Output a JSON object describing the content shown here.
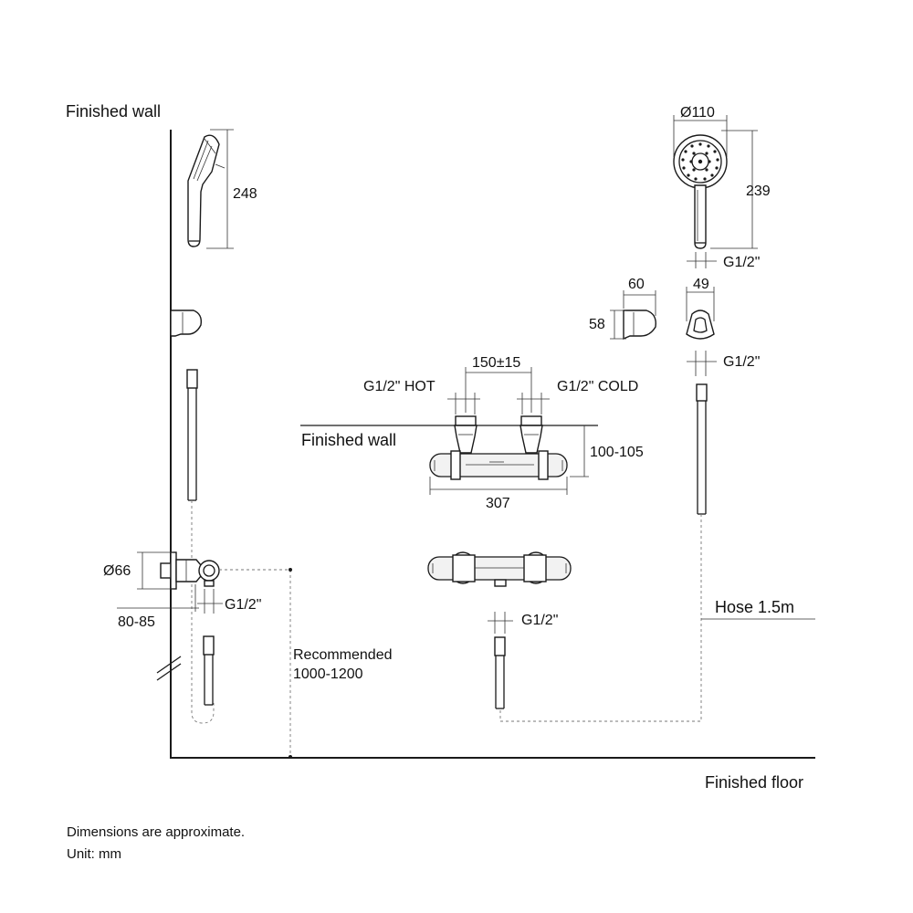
{
  "labels": {
    "finished_wall_top": "Finished wall",
    "finished_wall_mid": "Finished wall",
    "finished_floor": "Finished floor",
    "hose": "Hose 1.5m",
    "recommended_line1": "Recommended",
    "recommended_line2": "1000-1200",
    "hot_inlet": "G1/2\" HOT",
    "cold_inlet": "G1/2\" COLD"
  },
  "dimensions": {
    "handshower_length_side": "248",
    "handshower_diameter": "Ø110",
    "handshower_length_front": "239",
    "handshower_thread": "G1/2\"",
    "holder_width": "60",
    "holder_height": "58",
    "holder_front_width": "49",
    "holder_thread": "G1/2\"",
    "inlet_spacing": "150±15",
    "wall_distance": "100-105",
    "mixer_length": "307",
    "mixer_diameter": "Ø66",
    "mixer_projection": "80-85",
    "mixer_outlet_thread": "G1/2\"",
    "hose_thread": "G1/2\""
  },
  "notes": {
    "line1": "Dimensions are approximate.",
    "line2": "Unit: mm"
  }
}
